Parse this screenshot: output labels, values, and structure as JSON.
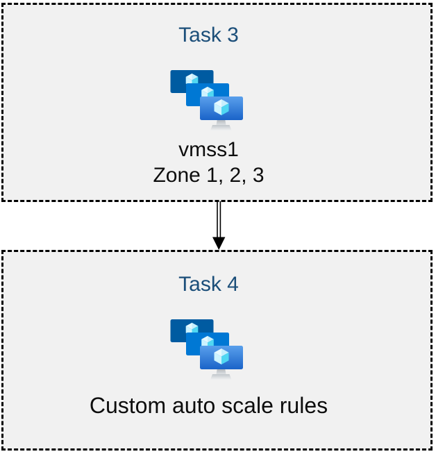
{
  "diagram": {
    "kind": "task-flow",
    "connector": {
      "style": "double-line-arrow",
      "direction": "down",
      "color": "#000000"
    }
  },
  "colors": {
    "canvas_bg": "#ffffff",
    "panel_fill": "#f1f1f1",
    "panel_border": "#000000",
    "title_text": "#1b4e79",
    "body_text": "#0d0d0d",
    "monitor_back": "#005ba1",
    "monitor_middle": "#0078d4",
    "monitor_front_gradient_top": "#5aa0ec",
    "monitor_front_gradient_bottom": "#1a63c8",
    "cube_light": "#cdf3ff",
    "cube_dark": "#50d7f2"
  },
  "tasks": [
    {
      "title": "Task 3",
      "icon": "vm-scale-sets",
      "label_line1": "vmss1",
      "label_line2": "Zone 1, 2, 3"
    },
    {
      "title": "Task 4",
      "icon": "vm-scale-sets",
      "label_line1": "Custom auto scale rules"
    }
  ]
}
